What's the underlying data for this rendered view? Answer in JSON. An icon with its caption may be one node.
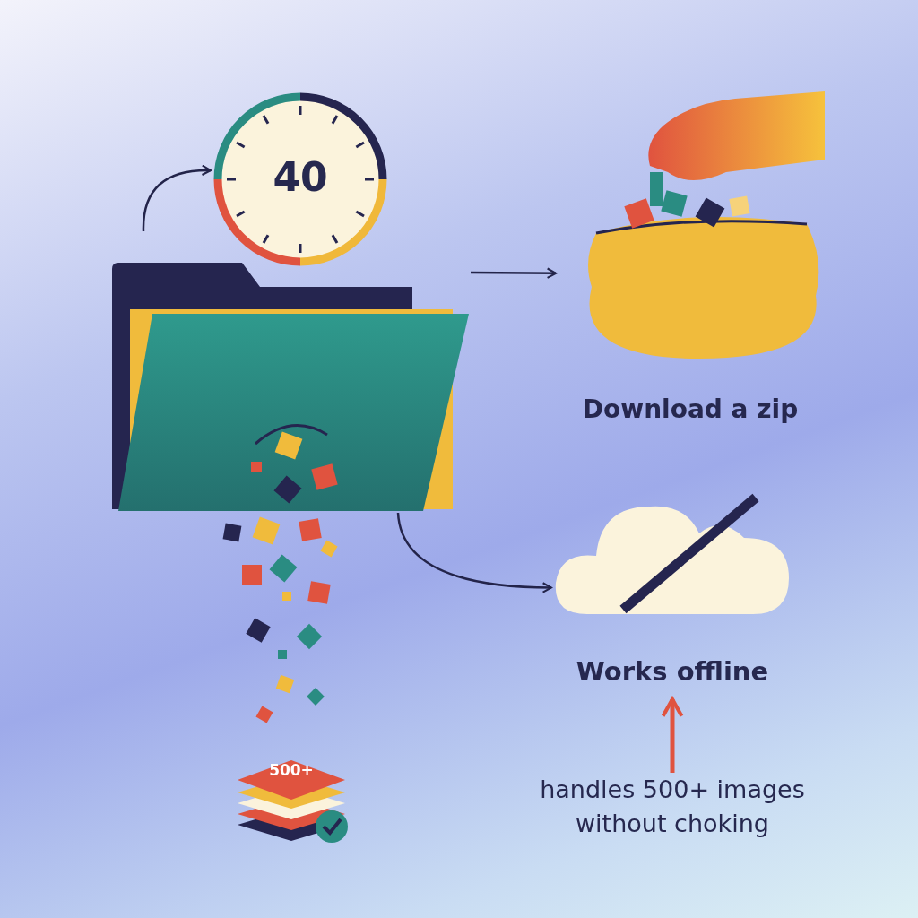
{
  "diagram": {
    "nodes": [
      {
        "text": [
          "40"
        ]
      },
      {
        "text": [],
        "shape": "picture"
      },
      {
        "text": [],
        "shape": "picture",
        "beside": [
          "Download a zip"
        ]
      },
      {
        "text": [],
        "shape": "picture"
      },
      {
        "text": [
          "Works offline"
        ]
      },
      {
        "text": [
          "500+"
        ]
      },
      {
        "text": [
          "handles 500+ images without choking"
        ]
      }
    ],
    "edges": [
      {
        "from": null,
        "to": 0,
        "arrow": "to"
      },
      {
        "from": 1,
        "to": 2,
        "arrow": "to"
      },
      {
        "from": 1,
        "to": 3,
        "arrow": "to"
      },
      {
        "from": 6,
        "to": 4,
        "arrow": "to",
        "style": "thick",
        "color": "#e0533f"
      }
    ]
  }
}
